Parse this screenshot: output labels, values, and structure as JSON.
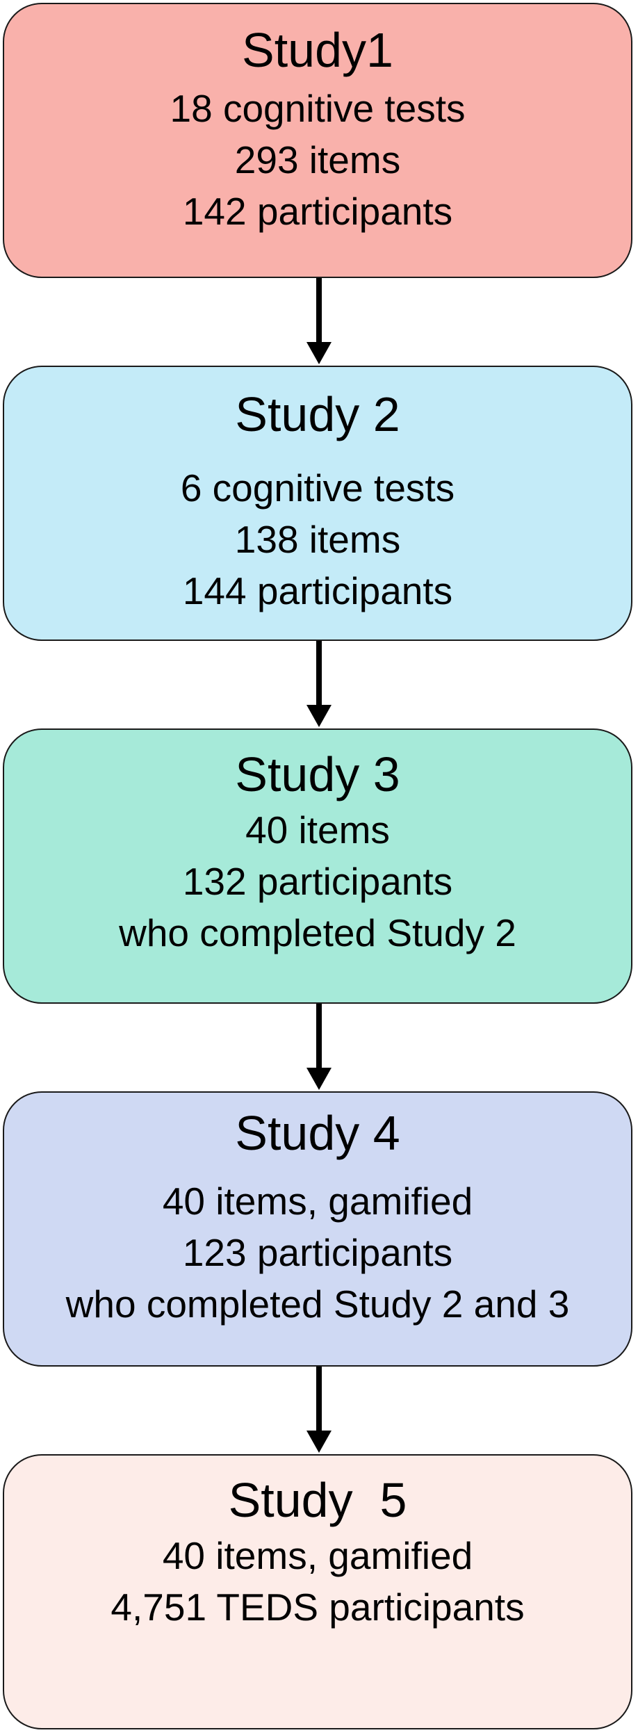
{
  "colors": {
    "study1_fill": "#f9b1ab",
    "study2_fill": "#c4ebf8",
    "study3_fill": "#a6ead9",
    "study4_fill": "#cfd9f3",
    "study5_fill": "#fdece8",
    "border": "#1a1a1a",
    "arrow": "#000000"
  },
  "studies": [
    {
      "title": "Study1",
      "lines": [
        "18 cognitive tests",
        "293 items",
        "142 participants"
      ]
    },
    {
      "title": "Study 2",
      "lines": [
        "6 cognitive tests",
        "138 items",
        "144 participants"
      ]
    },
    {
      "title": "Study 3",
      "lines": [
        "40 items",
        "132 participants",
        "who completed Study 2"
      ]
    },
    {
      "title": "Study 4",
      "lines": [
        "40 items, gamified",
        "123 participants",
        "who completed Study 2 and 3"
      ]
    },
    {
      "title": "Study  5",
      "lines": [
        "40 items, gamified",
        "4,751 TEDS participants"
      ]
    }
  ]
}
